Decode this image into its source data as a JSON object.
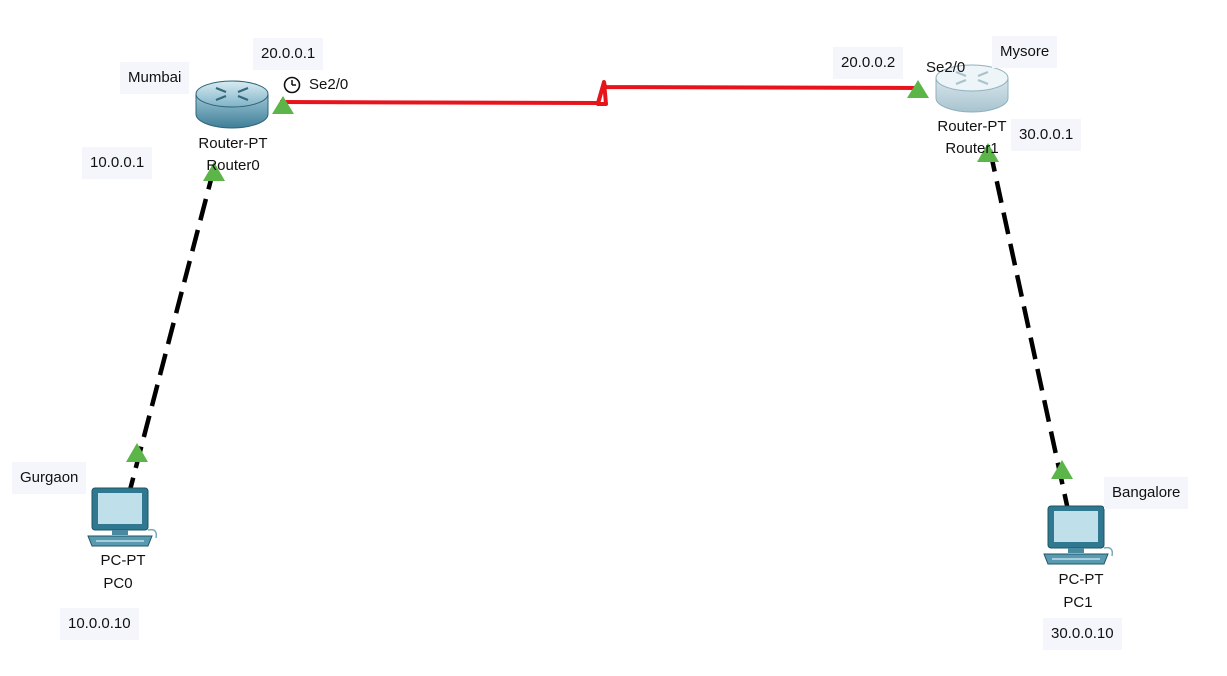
{
  "notes": {
    "mumbai": "Mumbai",
    "r0_serial_ip": "20.0.0.1",
    "r0_lan_ip": "10.0.0.1",
    "mysore": "Mysore",
    "r1_serial_ip": "20.0.0.2",
    "r1_lan_ip": "30.0.0.1",
    "gurgaon": "Gurgaon",
    "pc0_ip": "10.0.0.10",
    "bangalore": "Bangalore",
    "pc1_ip": "30.0.0.10"
  },
  "devices": {
    "router0": {
      "model": "Router-PT",
      "name": "Router0",
      "port": "Se2/0"
    },
    "router1": {
      "model": "Router-PT",
      "name": "Router1",
      "port": "Se2/0"
    },
    "pc0": {
      "model": "PC-PT",
      "name": "PC0"
    },
    "pc1": {
      "model": "PC-PT",
      "name": "PC1"
    }
  },
  "links": [
    {
      "from": "router0",
      "to": "router1",
      "type": "serial",
      "color": "#e8141c",
      "status": "up"
    },
    {
      "from": "router0",
      "to": "pc0",
      "type": "copper-cross-over",
      "color": "#000000",
      "status": "up"
    },
    {
      "from": "router1",
      "to": "pc1",
      "type": "copper-cross-over",
      "color": "#000000",
      "status": "up"
    }
  ],
  "colors": {
    "link_up": "#5bb548",
    "serial": "#e8141c",
    "note_bg": "#f5f6fb"
  },
  "icons": {
    "clock": "clock-icon"
  }
}
